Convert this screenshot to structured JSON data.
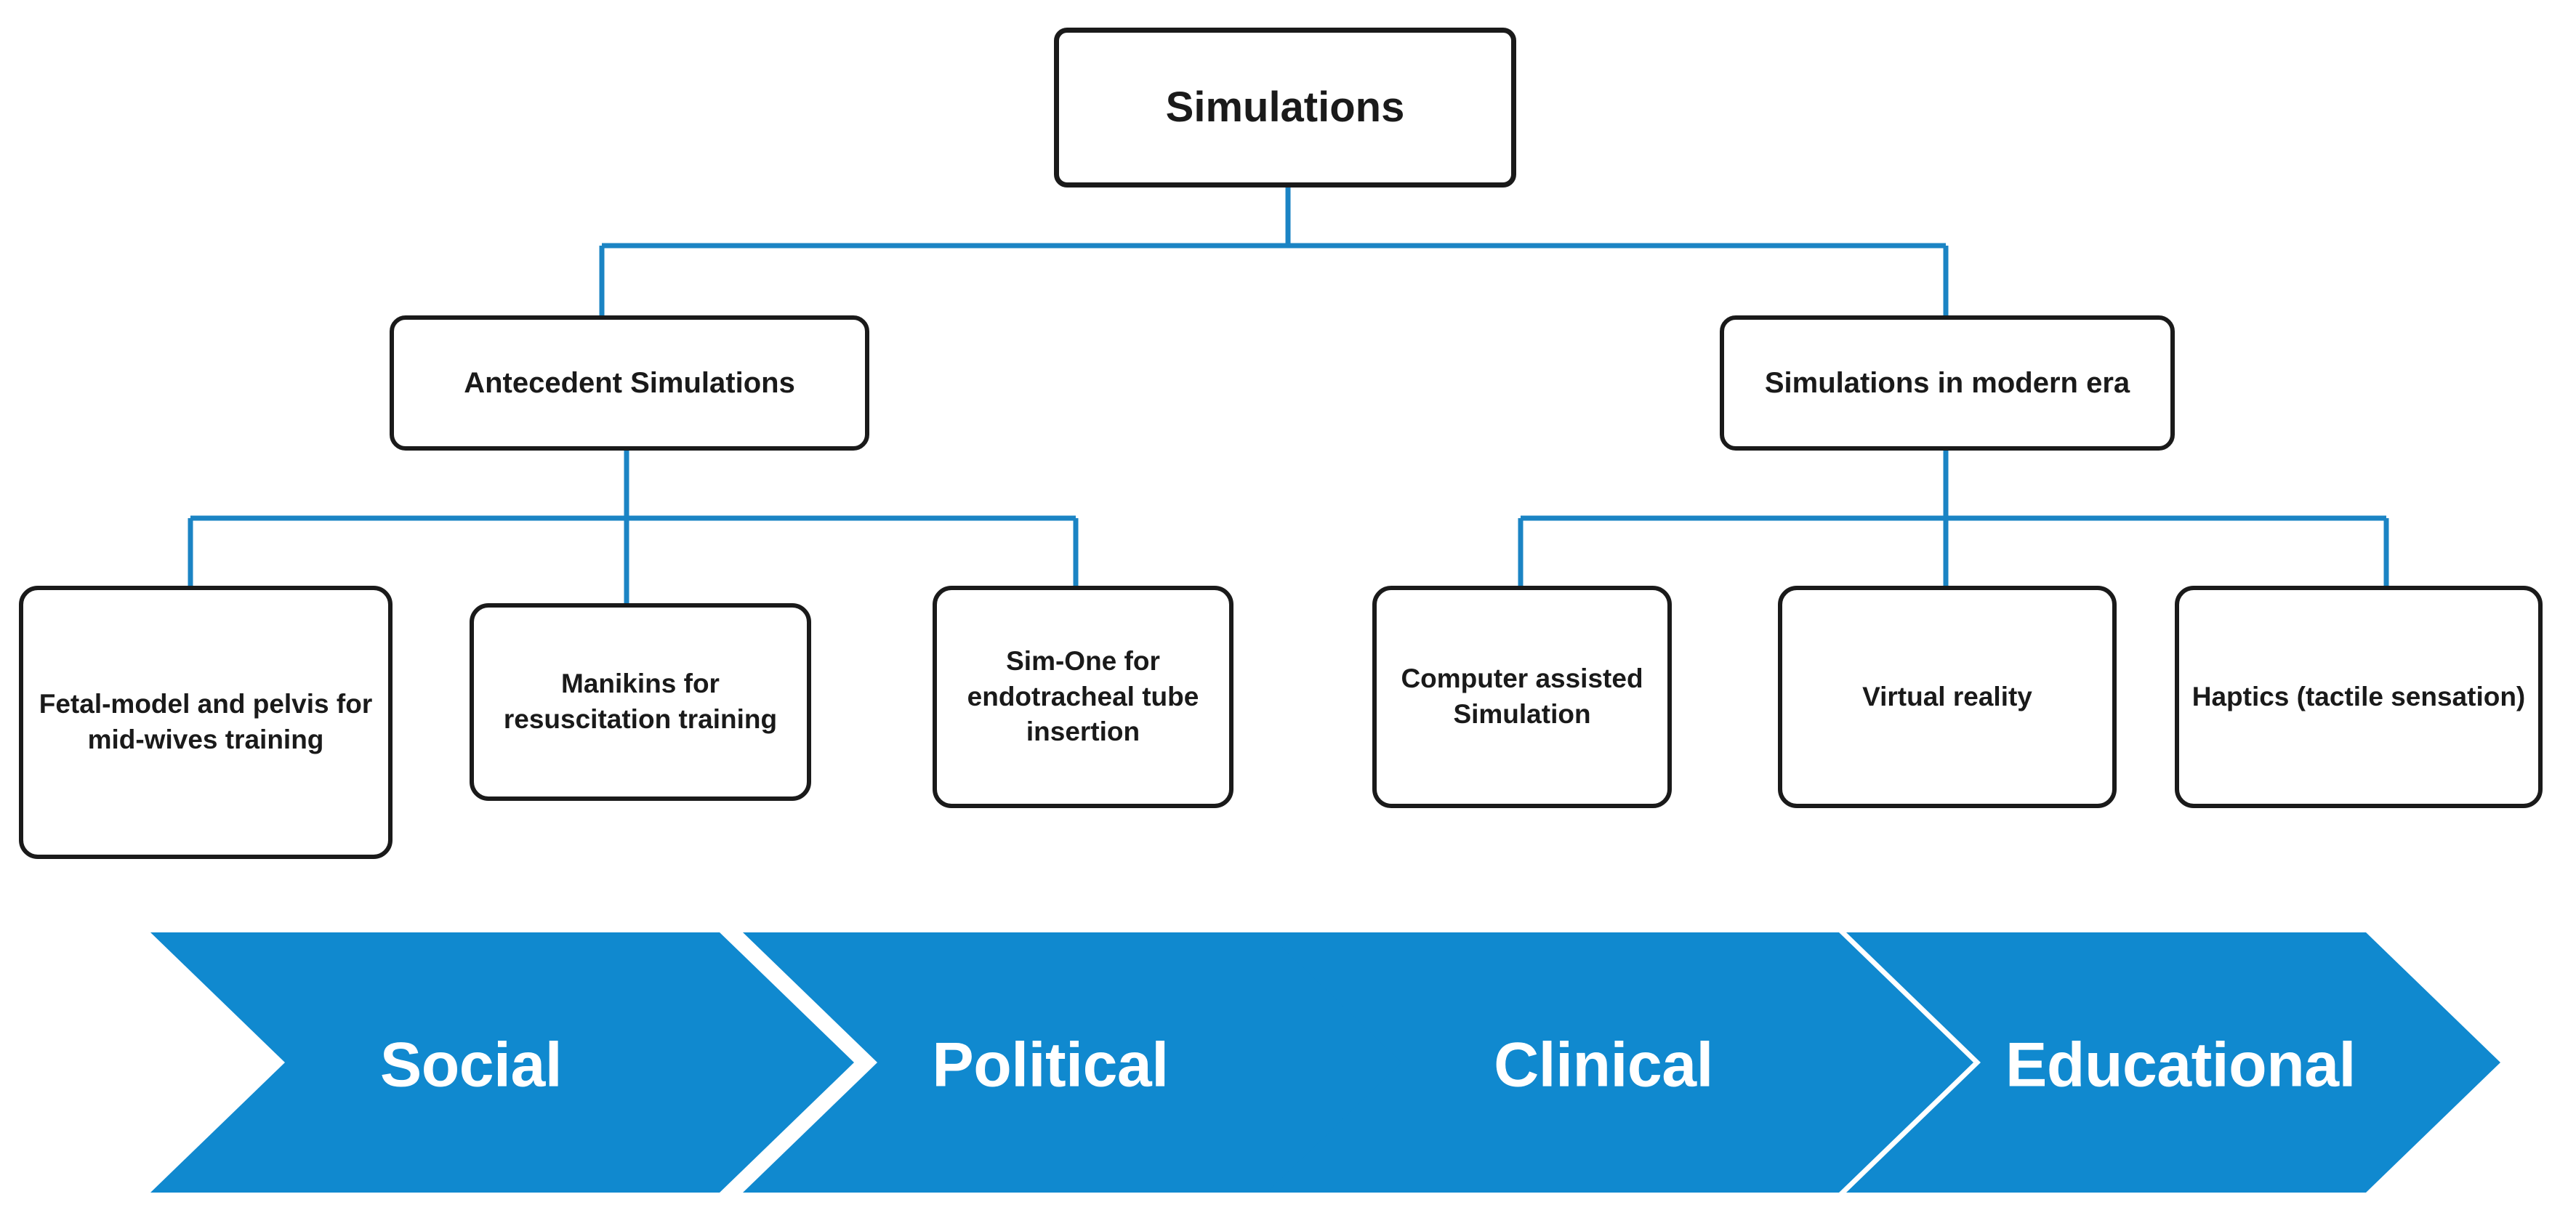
{
  "diagram": {
    "type": "hierarchy-tree-with-process-arrows",
    "connector_color": "#1b84c4",
    "box_border_color": "#1a1a1a",
    "box_fill_color": "#ffffff",
    "chevron_color": "#1089cf",
    "chevron_text_color": "#ffffff"
  },
  "tree": {
    "root": {
      "label": "Simulations"
    },
    "branches": [
      {
        "label": "Antecedent Simulations",
        "children": [
          {
            "label": "Fetal-model and pelvis for mid-wives training"
          },
          {
            "label": "Manikins for resuscitation training"
          },
          {
            "label": "Sim-One for endotracheal tube insertion"
          }
        ]
      },
      {
        "label": "Simulations in modern era",
        "children": [
          {
            "label": "Computer assisted Simulation"
          },
          {
            "label": "Virtual reality"
          },
          {
            "label": "Haptics (tactile sensation)"
          }
        ]
      }
    ]
  },
  "process_arrows": {
    "items": [
      {
        "label": "Social"
      },
      {
        "label": "Political"
      },
      {
        "label": "Clinical"
      },
      {
        "label": "Educational"
      }
    ]
  }
}
